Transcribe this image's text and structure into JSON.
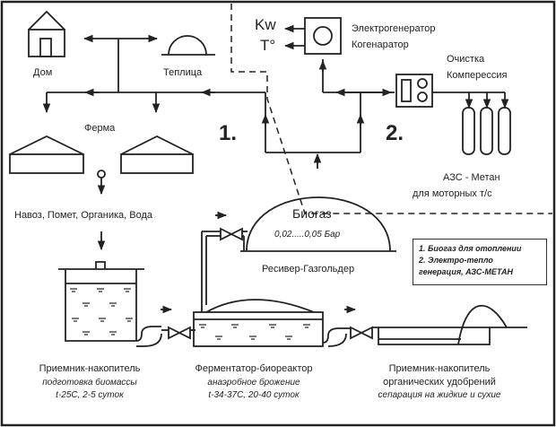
{
  "diagram": {
    "title": "Схема биогазовой установки",
    "consumers": {
      "house": "Дом",
      "greenhouse": "Теплица",
      "farm": "Ферма"
    },
    "outputs": {
      "power": "Kw",
      "heat": "T°"
    },
    "generator": {
      "line1": "Электрогенератор",
      "line2": "Когенаратор"
    },
    "purification": {
      "line1": "Очистка",
      "line2": "Комперессия"
    },
    "gas_station": {
      "line1": "АЗС - Метан",
      "line2": "для моторных т/с"
    },
    "route_labels": {
      "route1": "1.",
      "route2": "2."
    },
    "raw_material": "Навоз, Помет, Органика, Вода",
    "gasholder": {
      "title": "Биогаз",
      "pressure": "0,02.....0,05 Бар",
      "name": "Ресивер-Газгольдер"
    },
    "legend": {
      "item1": "1. Биогаз для отоплении",
      "item2": "2. Электро-тепло",
      "item3": "генерация, АЗС-МЕТАН"
    },
    "stages": [
      {
        "name": "Приемник-накопитель",
        "desc": "подготовка биомассы",
        "params": "t-25C, 2-5 суток"
      },
      {
        "name": "Ферментатор-биореактор",
        "desc": "анаэробное брожение",
        "params": "t-34-37C, 20-40 суток"
      },
      {
        "name": "Приемник-накопитель",
        "desc": "органических удобрений",
        "params": "сепарация на жидкие и сухие"
      }
    ]
  }
}
